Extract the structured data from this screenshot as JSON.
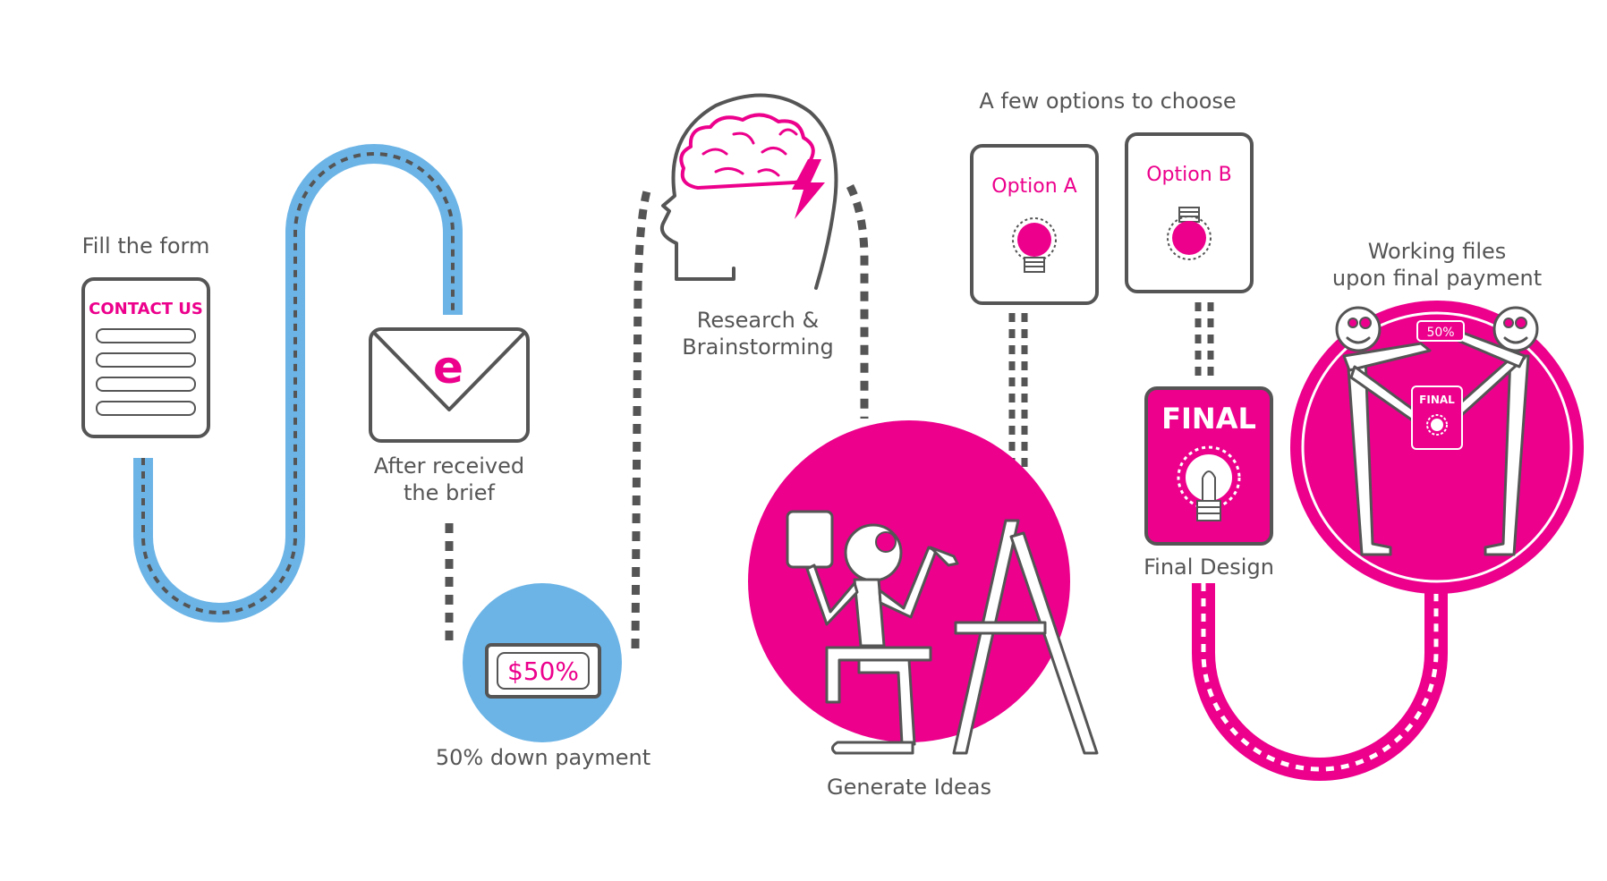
{
  "colors": {
    "pink": "#ec008c",
    "blue": "#6cb4e6",
    "gray": "#555555",
    "white": "#ffffff"
  },
  "steps": {
    "fill_form": {
      "label": "Fill the form",
      "card_title": "CONTACT US",
      "icon": "form-icon"
    },
    "brief": {
      "label_line1": "After received",
      "label_line2": "the brief",
      "icon": "envelope-icon",
      "envelope_letter": "e"
    },
    "payment": {
      "label": "50% down payment",
      "badge": "$50%",
      "icon": "money-icon"
    },
    "research": {
      "label_line1": "Research &",
      "label_line2": "Brainstorming",
      "icon": "brain-icon"
    },
    "ideas": {
      "label": "Generate Ideas",
      "icon": "artist-icon"
    },
    "options": {
      "heading": "A few options to choose",
      "option_a": "Option A",
      "option_b": "Option B",
      "icon": "lightbulb-icon"
    },
    "final": {
      "card_title": "FINAL",
      "label": "Final Design",
      "icon": "lightbulb-icon"
    },
    "files": {
      "label_line1": "Working files",
      "label_line2": "upon final payment",
      "tag_payment": "50%",
      "tag_final": "FINAL",
      "icon": "exchange-icon"
    }
  }
}
